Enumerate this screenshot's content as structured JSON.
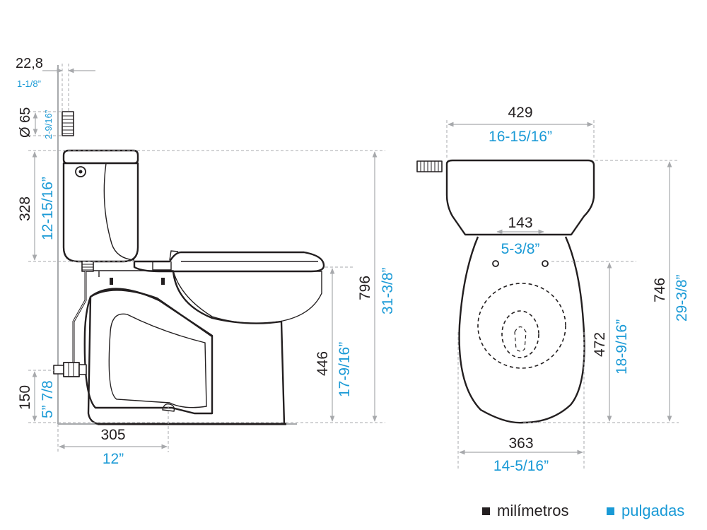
{
  "colors": {
    "metric": "#231f20",
    "imperial": "#1a9ad6",
    "dimension_line": "#a7a9ac"
  },
  "side_view": {
    "supply_offset": {
      "mm": "22,8",
      "in": "1-1/8”"
    },
    "supply_diameter": {
      "mm": "Ø 65",
      "in": "2-9/16”"
    },
    "tank_height": {
      "mm": "328",
      "in": "12-15/16”"
    },
    "total_height": {
      "mm": "796",
      "in": "31-3/8”"
    },
    "bowl_height": {
      "mm": "446",
      "in": "17-9/16”"
    },
    "supply_height": {
      "mm": "150",
      "in": "5” 7/8"
    },
    "rough_in": {
      "mm": "305",
      "in": "12”"
    }
  },
  "top_view": {
    "tank_width": {
      "mm": "429",
      "in": "16-15/16”"
    },
    "bolt_spacing": {
      "mm": "143",
      "in": "5-3/8”"
    },
    "bowl_length": {
      "mm": "472",
      "in": "18-9/16”"
    },
    "total_depth": {
      "mm": "746",
      "in": "29-3/8”"
    },
    "bowl_width": {
      "mm": "363",
      "in": "14-5/16”"
    }
  },
  "legend": {
    "metric_label": "milímetros",
    "imperial_label": "pulgadas"
  }
}
